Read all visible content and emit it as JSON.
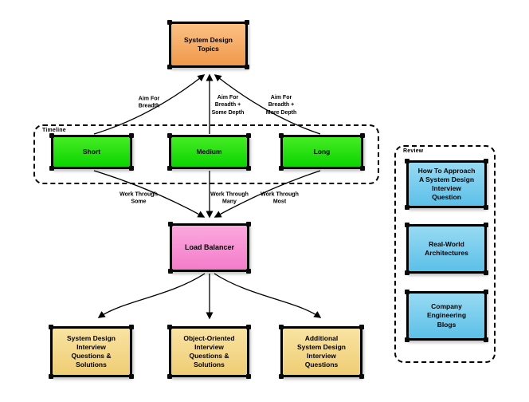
{
  "diagram": {
    "background_color": "#ffffff",
    "line_color": "#000000",
    "groups": {
      "timeline": {
        "label": "Timeline"
      },
      "review": {
        "label": "Review"
      }
    },
    "nodes": {
      "topics": {
        "label": "System Design\nTopics",
        "color": "#f5a55e"
      },
      "short": {
        "label": "Short",
        "color": "#1edb04"
      },
      "medium": {
        "label": "Medium",
        "color": "#1edb04"
      },
      "long": {
        "label": "Long",
        "color": "#1edb04"
      },
      "load_balancer": {
        "label": "Load Balancer",
        "color": "#f78fd2"
      },
      "sd_questions": {
        "label": "System Design\nInterview\nQuestions &\nSolutions",
        "color": "#f3d88a"
      },
      "oo_questions": {
        "label": "Object-Oriented\nInterview\nQuestions &\nSolutions",
        "color": "#f3d88a"
      },
      "additional_questions": {
        "label": "Additional\nSystem Design\nInterview\nQuestions",
        "color": "#f3d88a"
      },
      "how_to_approach": {
        "label": "How To Approach\nA System Design\nInterview\nQuestion",
        "color": "#79cdee"
      },
      "real_world": {
        "label": "Real-World\nArchitectures",
        "color": "#79cdee"
      },
      "company_blogs": {
        "label": "Company\nEngineering\nBlogs",
        "color": "#79cdee"
      }
    },
    "edge_labels": {
      "aim_breadth": "Aim For\nBreadth",
      "aim_some_depth": "Aim For\nBreadth +\nSome Depth",
      "aim_more_depth": "Aim For\nBreadth +\nMore Depth",
      "work_some": "Work Through\nSome",
      "work_many": "Work Through\nMany",
      "work_most": "Work Through\nMost"
    }
  }
}
